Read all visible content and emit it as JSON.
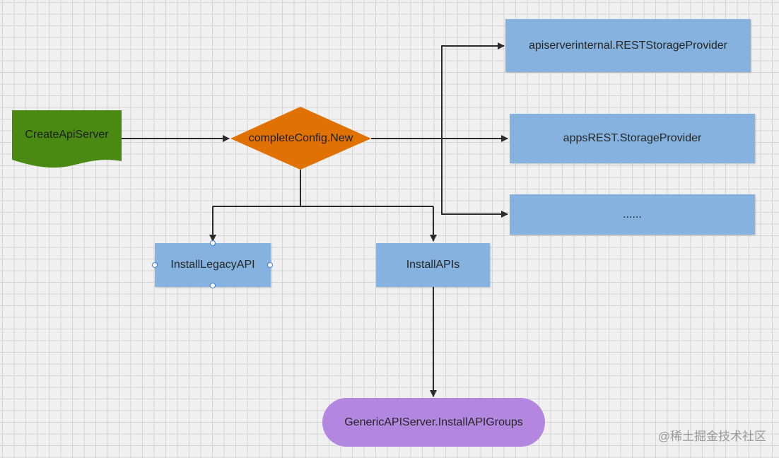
{
  "diagram": {
    "nodes": {
      "create_api_server": "CreateApiServer",
      "complete_config_new": "completeConfig.New",
      "rest_storage_provider": "apiserverinternal.RESTStorageProvider",
      "apps_rest_storage_provider": "appsREST.StorageProvider",
      "ellipsis": "......",
      "install_legacy_api": "InstallLegacyAPI",
      "install_apis": "InstallAPIs",
      "install_api_groups": "GenericAPIServer.InstallAPIGroups"
    },
    "colors": {
      "document_shape": "#4a8a12",
      "decision_shape": "#e07204",
      "process_box": "#85b2de",
      "terminator": "#b386e0",
      "connector": "#2b2b2b"
    }
  },
  "watermark": "@稀土掘金技术社区"
}
